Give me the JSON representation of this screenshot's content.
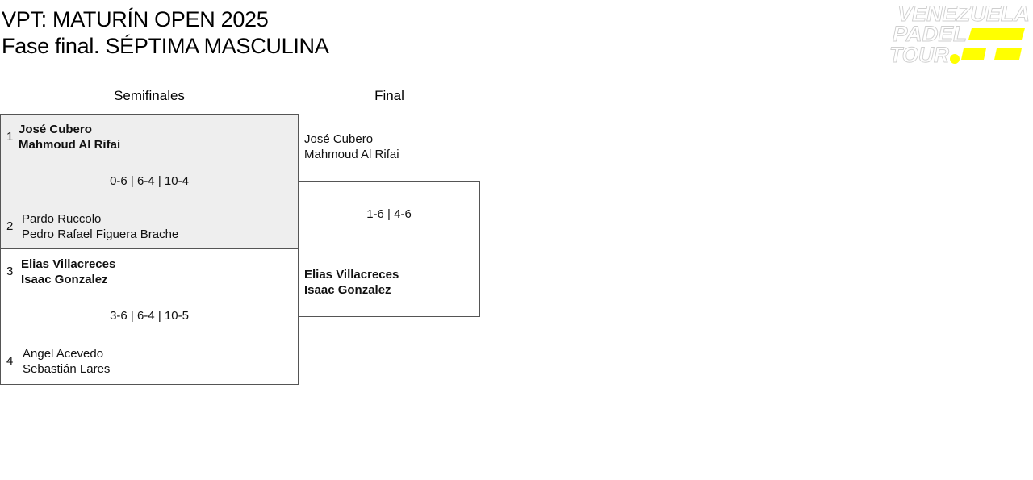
{
  "header": {
    "title": "VPT: MATURÍN OPEN 2025",
    "subtitle": "Fase final. SÉPTIMA MASCULINA"
  },
  "logo": {
    "line1": "VENEZUELA",
    "line2": "PADEL",
    "line3": "TOUR",
    "accent_color": "#ffff00"
  },
  "rounds": {
    "semis_label": "Semifinales",
    "final_label": "Final"
  },
  "semifinals": [
    {
      "score": "0-6 | 6-4 | 10-4",
      "team_a": {
        "seed": "1",
        "player1": "José Cubero",
        "player2": "Mahmoud Al Rifai",
        "winner": true
      },
      "team_b": {
        "seed": "2",
        "player1": "Pardo Ruccolo",
        "player2": "Pedro Rafael Figuera Brache",
        "winner": false
      }
    },
    {
      "score": "3-6 | 6-4 | 10-5",
      "team_a": {
        "seed": "3",
        "player1": "Elias Villacreces",
        "player2": "Isaac Gonzalez",
        "winner": true
      },
      "team_b": {
        "seed": "4",
        "player1": "Angel Acevedo",
        "player2": "Sebastián Lares",
        "winner": false
      }
    }
  ],
  "final": {
    "score": "1-6 | 4-6",
    "team_a": {
      "player1": "José Cubero",
      "player2": "Mahmoud Al Rifai",
      "winner": false
    },
    "team_b": {
      "player1": "Elias Villacreces",
      "player2": "Isaac Gonzalez",
      "winner": true
    }
  }
}
